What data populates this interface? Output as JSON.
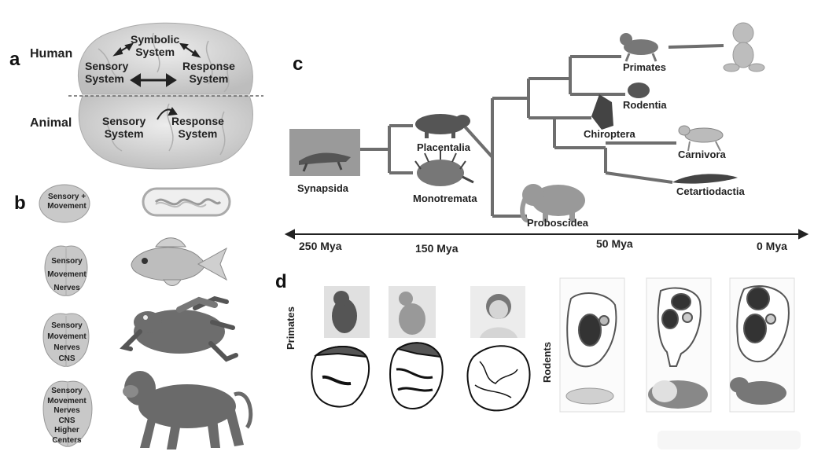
{
  "panels": {
    "a": "a",
    "b": "b",
    "c": "c",
    "d": "d"
  },
  "panel_a": {
    "human_label": "Human",
    "animal_label": "Animal",
    "human_brain": {
      "symbolic": "Symbolic\nSystem",
      "sensory": "Sensory\nSystem",
      "response": "Response\nSystem"
    },
    "animal_brain": {
      "sensory": "Sensory\nSystem",
      "response": "Response\nSystem"
    }
  },
  "panel_b": {
    "rows": [
      {
        "text": "Sensory +\nMovement",
        "animal": "bacterium"
      },
      {
        "text": "Sensory\nMovement\nNerves",
        "animal": "fish"
      },
      {
        "text": "Sensory\nMovement\nNerves\nCNS",
        "animal": "frog"
      },
      {
        "text": "Sensory\nMovement\nNerves\nCNS\nHigher\nCenters",
        "animal": "monkey"
      }
    ]
  },
  "panel_c": {
    "taxa": {
      "synapsida": "Synapsida",
      "placentalia": "Placentalia",
      "monotremata": "Monotremata",
      "proboscidea": "Proboscidea",
      "primates": "Primates",
      "rodentia": "Rodentia",
      "chiroptera": "Chiroptera",
      "carnivora": "Carnivora",
      "cetartiodactia": "Cetartiodactia"
    },
    "timeline": [
      "250 Mya",
      "150 Mya",
      "50 Mya",
      "0 Mya"
    ]
  },
  "panel_d": {
    "primates_label": "Primates",
    "rodents_label": "Rodents"
  },
  "colors": {
    "branch": "#6e6e6e",
    "brain": "#d4d4d4",
    "brain_dark": "#9a9a9a",
    "ink": "#222222"
  }
}
